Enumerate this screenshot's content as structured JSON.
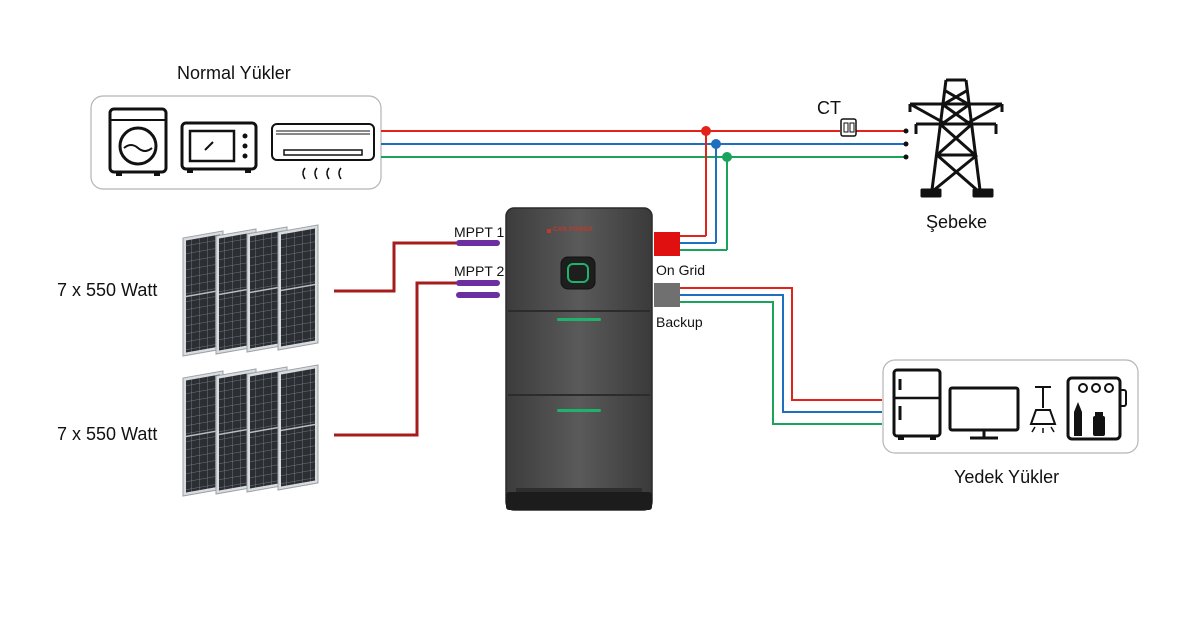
{
  "labels": {
    "normal_loads": "Normal Yükler",
    "grid": "Şebeke",
    "ct": "CT",
    "panel_group_1": "7 x 550 Watt",
    "panel_group_2": "7 x 550 Watt",
    "mppt1": "MPPT 1",
    "mppt2": "MPPT 2",
    "on_grid": "On Grid",
    "backup": "Backup",
    "backup_loads": "Yedek Yükler",
    "brand": "CAN POWER"
  },
  "colors": {
    "phase_red": "#e2231a",
    "phase_blue": "#1f6fc1",
    "phase_green": "#1aa35a",
    "pv_cable": "#a61c1c",
    "mppt_connector": "#6b2fa0",
    "on_grid_port": "#e01010",
    "backup_port": "#707070",
    "inverter_body": "#4a4a4a",
    "inverter_accent": "#1fb26a"
  },
  "icons": {
    "normal_loads": [
      "washing-machine-icon",
      "microwave-icon",
      "air-conditioner-icon"
    ],
    "backup_loads": [
      "refrigerator-icon",
      "television-icon",
      "ceiling-lamp-icon",
      "kitchen-appliances-icon"
    ],
    "grid": "transmission-tower-icon",
    "ct": "current-transformer-icon"
  }
}
